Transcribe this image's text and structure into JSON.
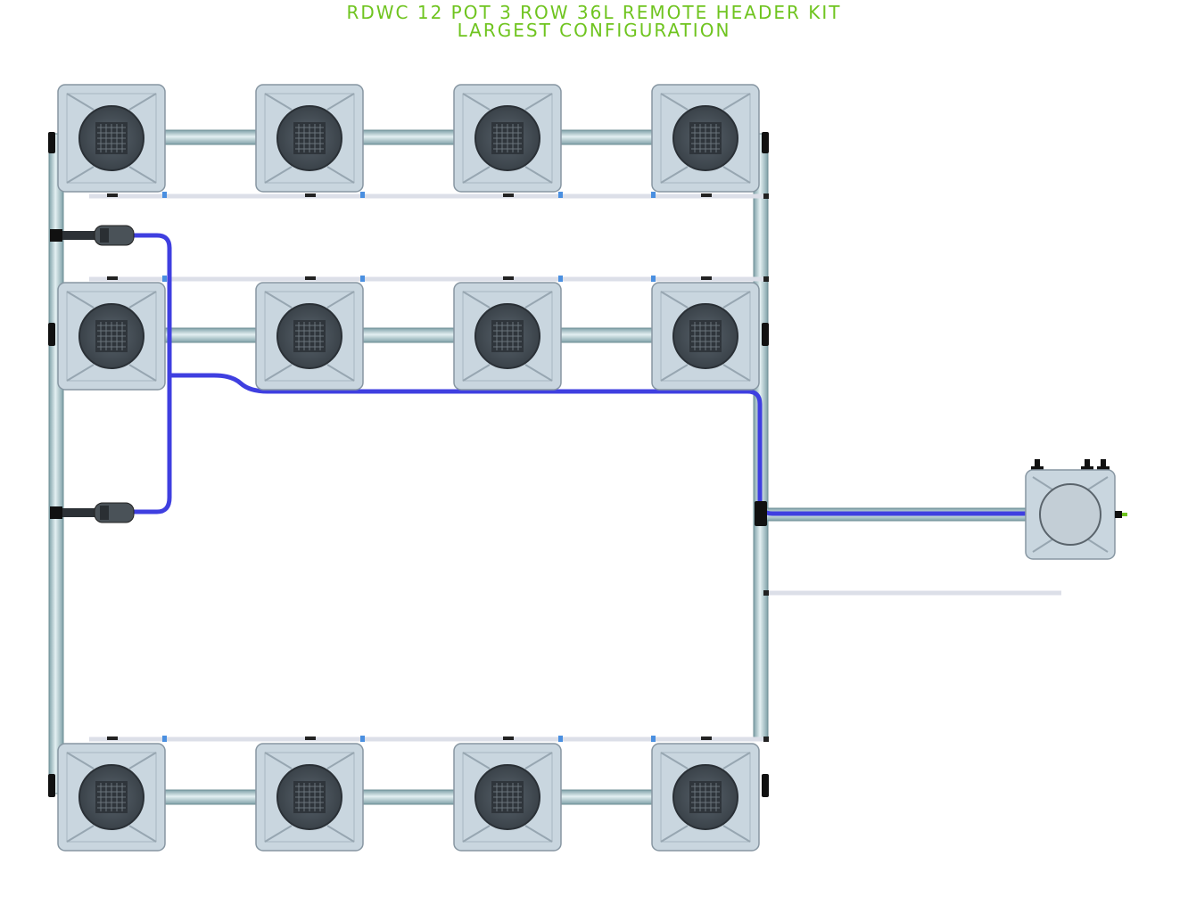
{
  "title": {
    "line1": "RDWC 12 POT 3 ROW 36L REMOTE HEADER KIT",
    "line2": "LARGEST CONFIGURATION"
  },
  "colors": {
    "title": "#6fc41f",
    "pot_body": "#c9d6df",
    "pot_edge": "#8796a2",
    "pipe": "#b5cfd4",
    "hose": "#3f3fe0",
    "tube": "#dcdfe8",
    "connector": "#111111"
  },
  "layout": {
    "rows": 3,
    "pots_per_row": 4,
    "pot_count": 12,
    "remote_header_tank_count": 1,
    "pump_count": 2
  }
}
